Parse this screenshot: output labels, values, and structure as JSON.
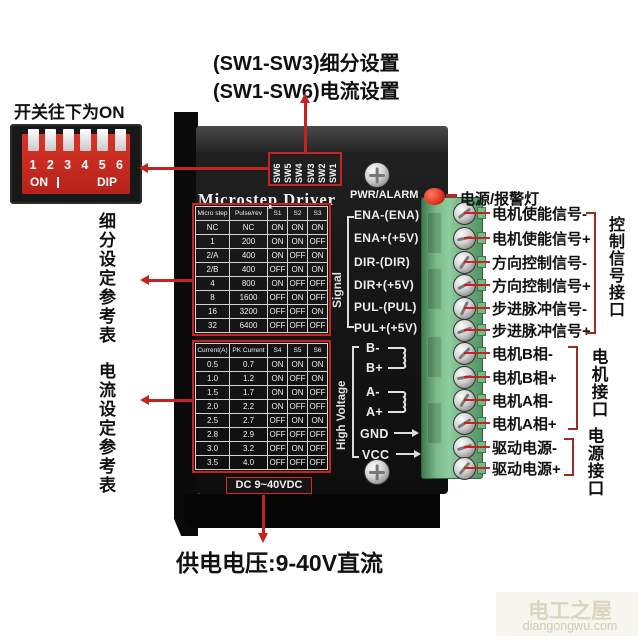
{
  "colors": {
    "annotation_red": "#c42320",
    "table_frame_red": "#c92222",
    "driver_black": "#161616",
    "dip_red": "#c32a20",
    "terminal_green": "#7cbd8b",
    "led_red": "#e23222",
    "watermark_bg": "#f6f5ee"
  },
  "annotations": {
    "microstep_note": "(SW1-SW3)细分设置",
    "current_note": "(SW1-SW6)电流设置",
    "dip_note": "开关往下为ON",
    "microstep_ref": "细分设定参考表",
    "current_ref": "电流设定参考表",
    "led_label": "电源/报警灯",
    "supply_label": "供电电压:9-40V直流"
  },
  "dip_switch": {
    "numbers": [
      "1",
      "2",
      "3",
      "4",
      "5",
      "6"
    ],
    "on_label": "ON",
    "dip_label": "DIP"
  },
  "driver": {
    "title": "Microstep Driver",
    "pwr_label": "PWR/ALARM",
    "sw_labels": [
      "SW6",
      "SW5",
      "SW4",
      "SW3",
      "SW2",
      "SW1"
    ],
    "signal_group": "Signal",
    "signal_pins": [
      "ENA-(ENA)",
      "ENA+(+5V)",
      "DIR-(DIR)",
      "DIR+(+5V)",
      "PUL-(PUL)",
      "PUL+(+5V)"
    ],
    "hv_group": "High Voltage",
    "hv_pins": [
      "B-",
      "B+",
      "A-",
      "A+",
      "GND",
      "VCC"
    ],
    "dc_label": "DC 9~40VDC"
  },
  "microstep_table": {
    "headers": [
      "Micro step",
      "Pulse/rev",
      "S1",
      "S2",
      "S3"
    ],
    "rows": [
      [
        "NC",
        "NC",
        "ON",
        "ON",
        "ON"
      ],
      [
        "1",
        "200",
        "ON",
        "ON",
        "OFF"
      ],
      [
        "2/A",
        "400",
        "ON",
        "OFF",
        "ON"
      ],
      [
        "2/B",
        "400",
        "OFF",
        "ON",
        "ON"
      ],
      [
        "4",
        "800",
        "ON",
        "OFF",
        "OFF"
      ],
      [
        "8",
        "1600",
        "OFF",
        "ON",
        "OFF"
      ],
      [
        "16",
        "3200",
        "OFF",
        "OFF",
        "ON"
      ],
      [
        "32",
        "6400",
        "OFF",
        "OFF",
        "OFF"
      ]
    ]
  },
  "current_table": {
    "headers": [
      "Current(A)",
      "PK Current",
      "S4",
      "S5",
      "S6"
    ],
    "rows": [
      [
        "0.5",
        "0.7",
        "ON",
        "ON",
        "ON"
      ],
      [
        "1.0",
        "1.2",
        "ON",
        "OFF",
        "ON"
      ],
      [
        "1.5",
        "1.7",
        "ON",
        "ON",
        "OFF"
      ],
      [
        "2.0",
        "2.2",
        "ON",
        "OFF",
        "OFF"
      ],
      [
        "2.5",
        "2.7",
        "OFF",
        "ON",
        "ON"
      ],
      [
        "2.8",
        "2.9",
        "OFF",
        "OFF",
        "OFF"
      ],
      [
        "3.0",
        "3.2",
        "OFF",
        "ON",
        "OFF"
      ],
      [
        "3.5",
        "4.0",
        "OFF",
        "OFF",
        "OFF"
      ]
    ]
  },
  "terminals": {
    "labels": [
      "电机使能信号-",
      "电机使能信号+",
      "方向控制信号-",
      "方向控制信号+",
      "步进脉冲信号-",
      "步进脉冲信号+",
      "电机B相-",
      "电机B相+",
      "电机A相-",
      "电机A相+",
      "驱动电源-",
      "驱动电源+"
    ]
  },
  "groups": [
    {
      "label": "控制信号接口"
    },
    {
      "label": "电机接口"
    },
    {
      "label": "电源接口"
    }
  ],
  "watermark": {
    "title": "电工之屋",
    "url": "diangongwu.com"
  }
}
